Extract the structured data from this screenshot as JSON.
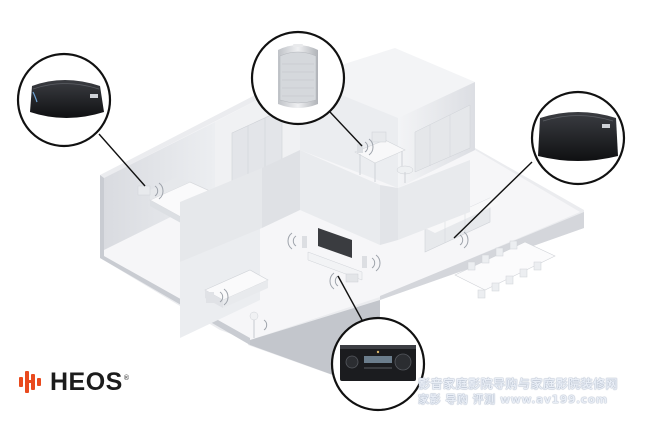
{
  "brand": {
    "logo_text": "HEOS",
    "trademark": "®",
    "accent": "#e94a1e"
  },
  "watermark": {
    "line1": "影音家庭影院导购与家庭影院装修网",
    "line2": "家影 导购 评测 www.av199.com"
  },
  "devices": [
    {
      "name": "heos-3-speaker",
      "icon": "speaker-wide-icon"
    },
    {
      "name": "heos-1-speaker",
      "icon": "speaker-portable-icon"
    },
    {
      "name": "heos-5-speaker",
      "icon": "speaker-compact-icon"
    },
    {
      "name": "av-receiver",
      "icon": "receiver-icon"
    }
  ]
}
